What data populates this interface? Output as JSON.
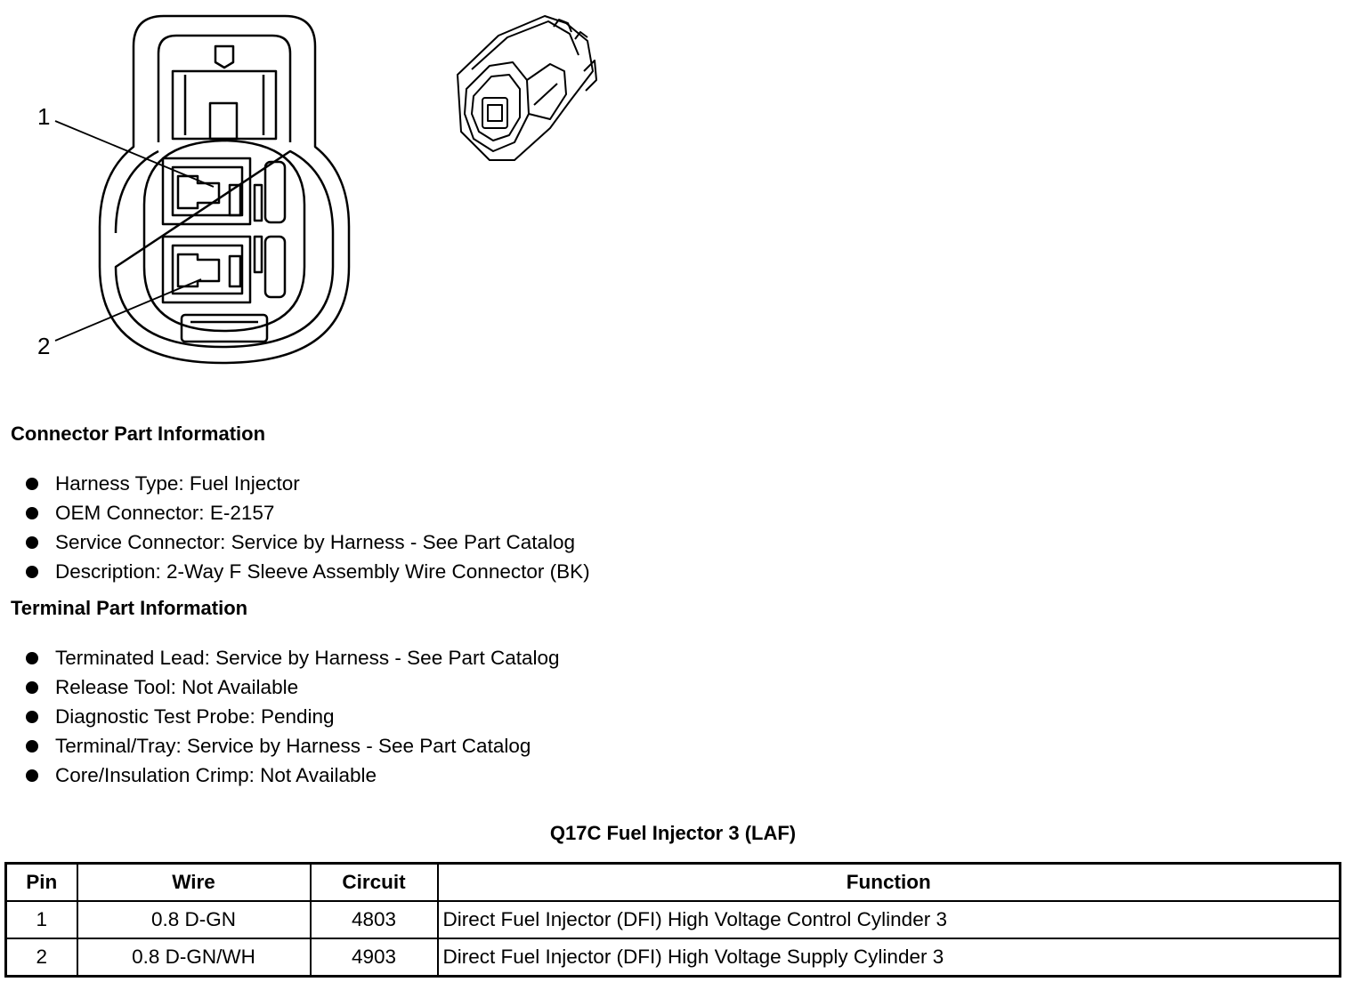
{
  "diagram": {
    "callouts": [
      "1",
      "2"
    ]
  },
  "connector_section": {
    "title": "Connector Part Information",
    "items": [
      "Harness Type: Fuel Injector",
      "OEM Connector: E-2157",
      "Service Connector: Service by Harness - See Part Catalog",
      "Description: 2-Way F Sleeve Assembly Wire Connector (BK)"
    ]
  },
  "terminal_section": {
    "title": "Terminal Part Information",
    "items": [
      "Terminated Lead: Service by Harness - See Part Catalog",
      "Release Tool: Not Available",
      "Diagnostic Test Probe: Pending",
      "Terminal/Tray: Service by Harness - See Part Catalog",
      "Core/Insulation Crimp: Not Available"
    ]
  },
  "pin_table": {
    "title": "Q17C Fuel Injector 3 (LAF)",
    "headers": [
      "Pin",
      "Wire",
      "Circuit",
      "Function"
    ],
    "rows": [
      [
        "1",
        "0.8 D-GN",
        "4803",
        "Direct Fuel Injector (DFI) High Voltage Control Cylinder 3"
      ],
      [
        "2",
        "0.8 D-GN/WH",
        "4903",
        "Direct Fuel Injector (DFI) High Voltage Supply Cylinder 3"
      ]
    ]
  }
}
